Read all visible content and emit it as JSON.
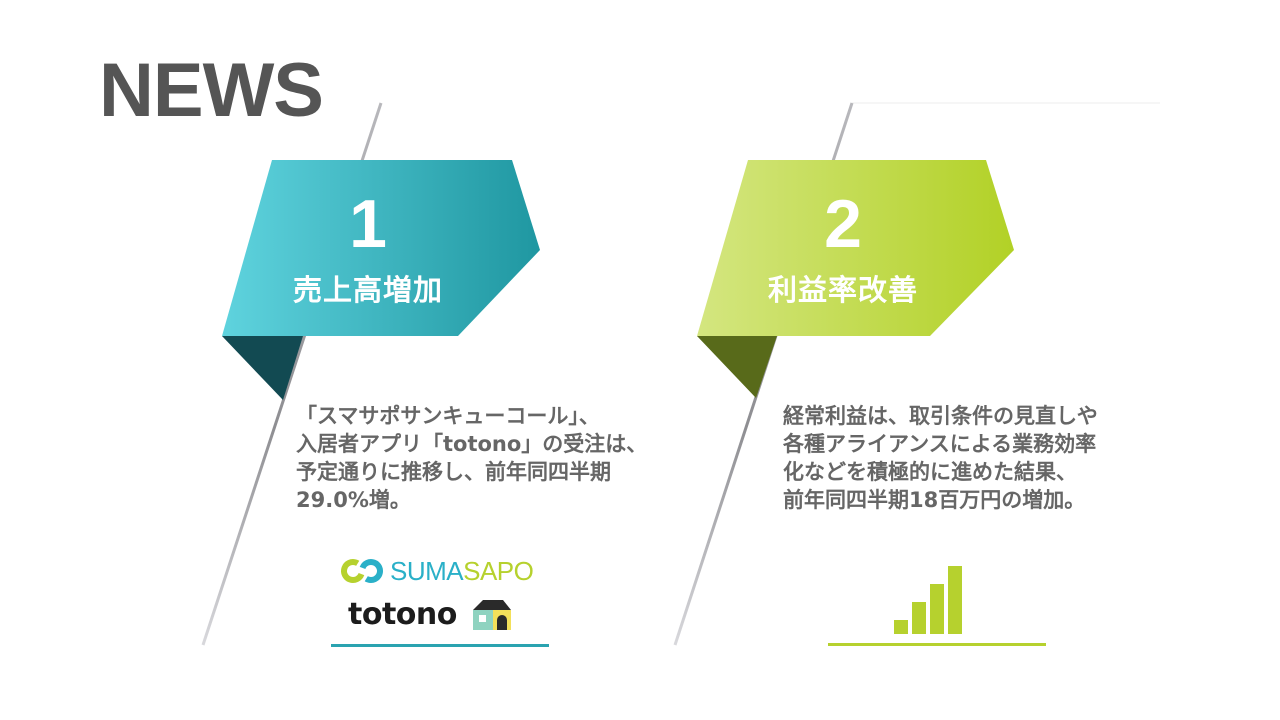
{
  "header": {
    "title": "NEWS"
  },
  "colors": {
    "title_gray": "#555555",
    "text_gray": "#666666",
    "teal_light": "#5fd0dc",
    "teal_dark": "#1f98a2",
    "teal_fold": "#124a52",
    "green_light": "#d2e47a",
    "green_dark": "#b4d22a",
    "green_fold": "#586a1a",
    "slash_line": "#a9a9ad"
  },
  "news": [
    {
      "number": "1",
      "title": "売上高増加",
      "body": "「スマサポサンキューコール」、\n入居者アプリ「totono」の受注は、\n予定通りに推移し、前年同四半期\n29.0%増。",
      "logos": {
        "sumasapo": {
          "part1": "SUMA",
          "part2": "SAPO"
        },
        "totono": {
          "word": "totono"
        }
      }
    },
    {
      "number": "2",
      "title": "利益率改善",
      "body": "経常利益は、取引条件の見直しや\n各種アライアンスによる業務効率\n化などを積極的に進めた結果、\n前年同四半期18百万円の増加。",
      "icon": "bar-chart-growth-icon"
    }
  ]
}
